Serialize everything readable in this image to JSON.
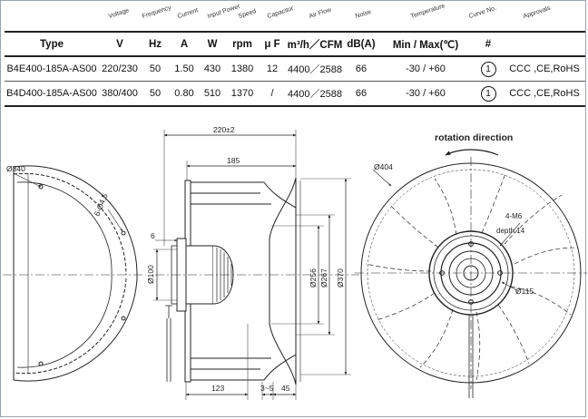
{
  "table": {
    "rotated_headers": [
      "Voltage",
      "Frequency",
      "Current",
      "Input Power",
      "Speed",
      "Capacitor",
      "Air Flow",
      "Noise",
      "Temperature",
      "Curve No.",
      "Approvals"
    ],
    "unit_headers": [
      "Type",
      "V",
      "Hz",
      "A",
      "W",
      "rpm",
      "μ F",
      "m³/h／CFM",
      "dB(A)",
      "Min / Max(℃)",
      "#",
      ""
    ],
    "rows": [
      {
        "type": "B4E400-185A-AS00",
        "voltage": "220/230",
        "hz": "50",
        "current": "1.50",
        "power": "430",
        "rpm": "1380",
        "capacitor": "12",
        "airflow": "4400／2588",
        "noise": "66",
        "temp": "-30 / +60",
        "curve": "1",
        "approvals": "CCC ,CE,RoHS"
      },
      {
        "type": "B4D400-185A-AS00",
        "voltage": "380/400",
        "hz": "50",
        "current": "0.80",
        "power": "510",
        "rpm": "1370",
        "capacitor": "/",
        "airflow": "4400／2588",
        "noise": "66",
        "temp": "-30 / +60",
        "curve": "1",
        "approvals": "CCC ,CE,RoHS"
      }
    ]
  },
  "drawing": {
    "dims": {
      "d340": "Ø340",
      "holes": "6-Ø4.5",
      "six": "6",
      "d100": "Ø100",
      "overall": "220±2",
      "d185": "185",
      "d256": "Ø256",
      "d267": "Ø267",
      "d370": "Ø370",
      "d123": "123",
      "d35": "3~5",
      "d45": "45",
      "d404": "Ø404",
      "m6": "4-M6",
      "depth": "depth 14",
      "d115": "Ø115"
    },
    "rotation_label": "rotation direction"
  },
  "colors": {
    "line": "#222222",
    "dim": "#333333",
    "hidden": "#555555"
  }
}
